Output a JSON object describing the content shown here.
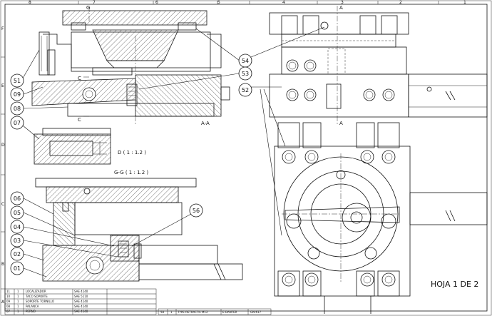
{
  "border": {
    "top_columns": [
      "8",
      "7",
      "6",
      "5",
      "4",
      "3",
      "2",
      "1"
    ],
    "side_rows": [
      "F",
      "E",
      "D",
      "C",
      "B",
      "A"
    ]
  },
  "views": {
    "section_aa": "A-A",
    "detail_d": "D ( 1 : 1.2 )",
    "section_gg": "G-G ( 1 : 1.2 )"
  },
  "cut_markers": {
    "g": "G",
    "a": "A",
    "c": "C"
  },
  "balloons": [
    "51",
    "09",
    "08",
    "07",
    "06",
    "05",
    "04",
    "03",
    "02",
    "01",
    "54",
    "53",
    "52",
    "56"
  ],
  "sheet_label": "HOJA 1 DE 2",
  "parts_list": [
    {
      "item": "11",
      "qty": "1",
      "description": "LOCALIZADOR",
      "material": "SAE 4140"
    },
    {
      "item": "10",
      "qty": "1",
      "description": "TACO SOPORTE",
      "material": "SAE 5110"
    },
    {
      "item": "09",
      "qty": "1",
      "description": "SOPORTE TORNILLO",
      "material": "SAE 4140"
    },
    {
      "item": "08",
      "qty": "1",
      "description": "PALANCA",
      "material": "SAE 4140"
    },
    {
      "item": "07",
      "qty": "1",
      "description": "PERNO",
      "material": "SAE 4140"
    }
  ],
  "title_row": {
    "item": "58",
    "qty": "1",
    "description": "TYPE RETRACTIL M12",
    "supplier": "E-DANTER",
    "code": "GN-617"
  }
}
